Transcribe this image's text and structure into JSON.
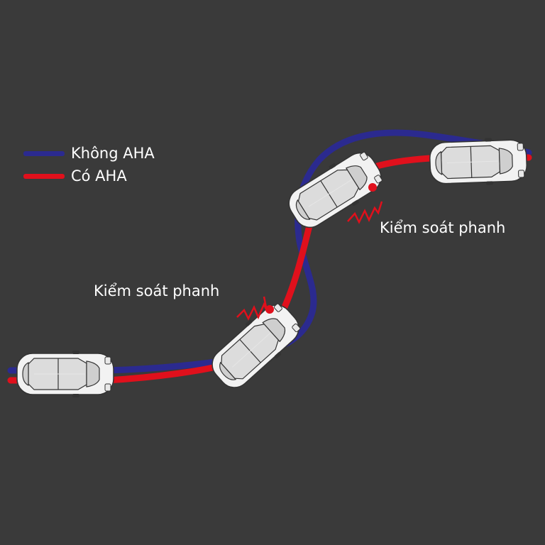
{
  "colors": {
    "background": "#3a3a3a",
    "path_without_aha": "#2b2a8f",
    "path_with_aha": "#e0101c",
    "brake_mark": "#e0101c",
    "car_body": "#f2f2f2"
  },
  "legend": {
    "items": [
      {
        "label": "Không AHA",
        "color": "#2b2a8f"
      },
      {
        "label": "Có AHA",
        "color": "#e0101c"
      }
    ]
  },
  "annotations": {
    "brake_control_1": "Kiểm soát phanh",
    "brake_control_2": "Kiểm soát phanh"
  },
  "icons": [
    "car-icon",
    "brake-zigzag-icon"
  ]
}
